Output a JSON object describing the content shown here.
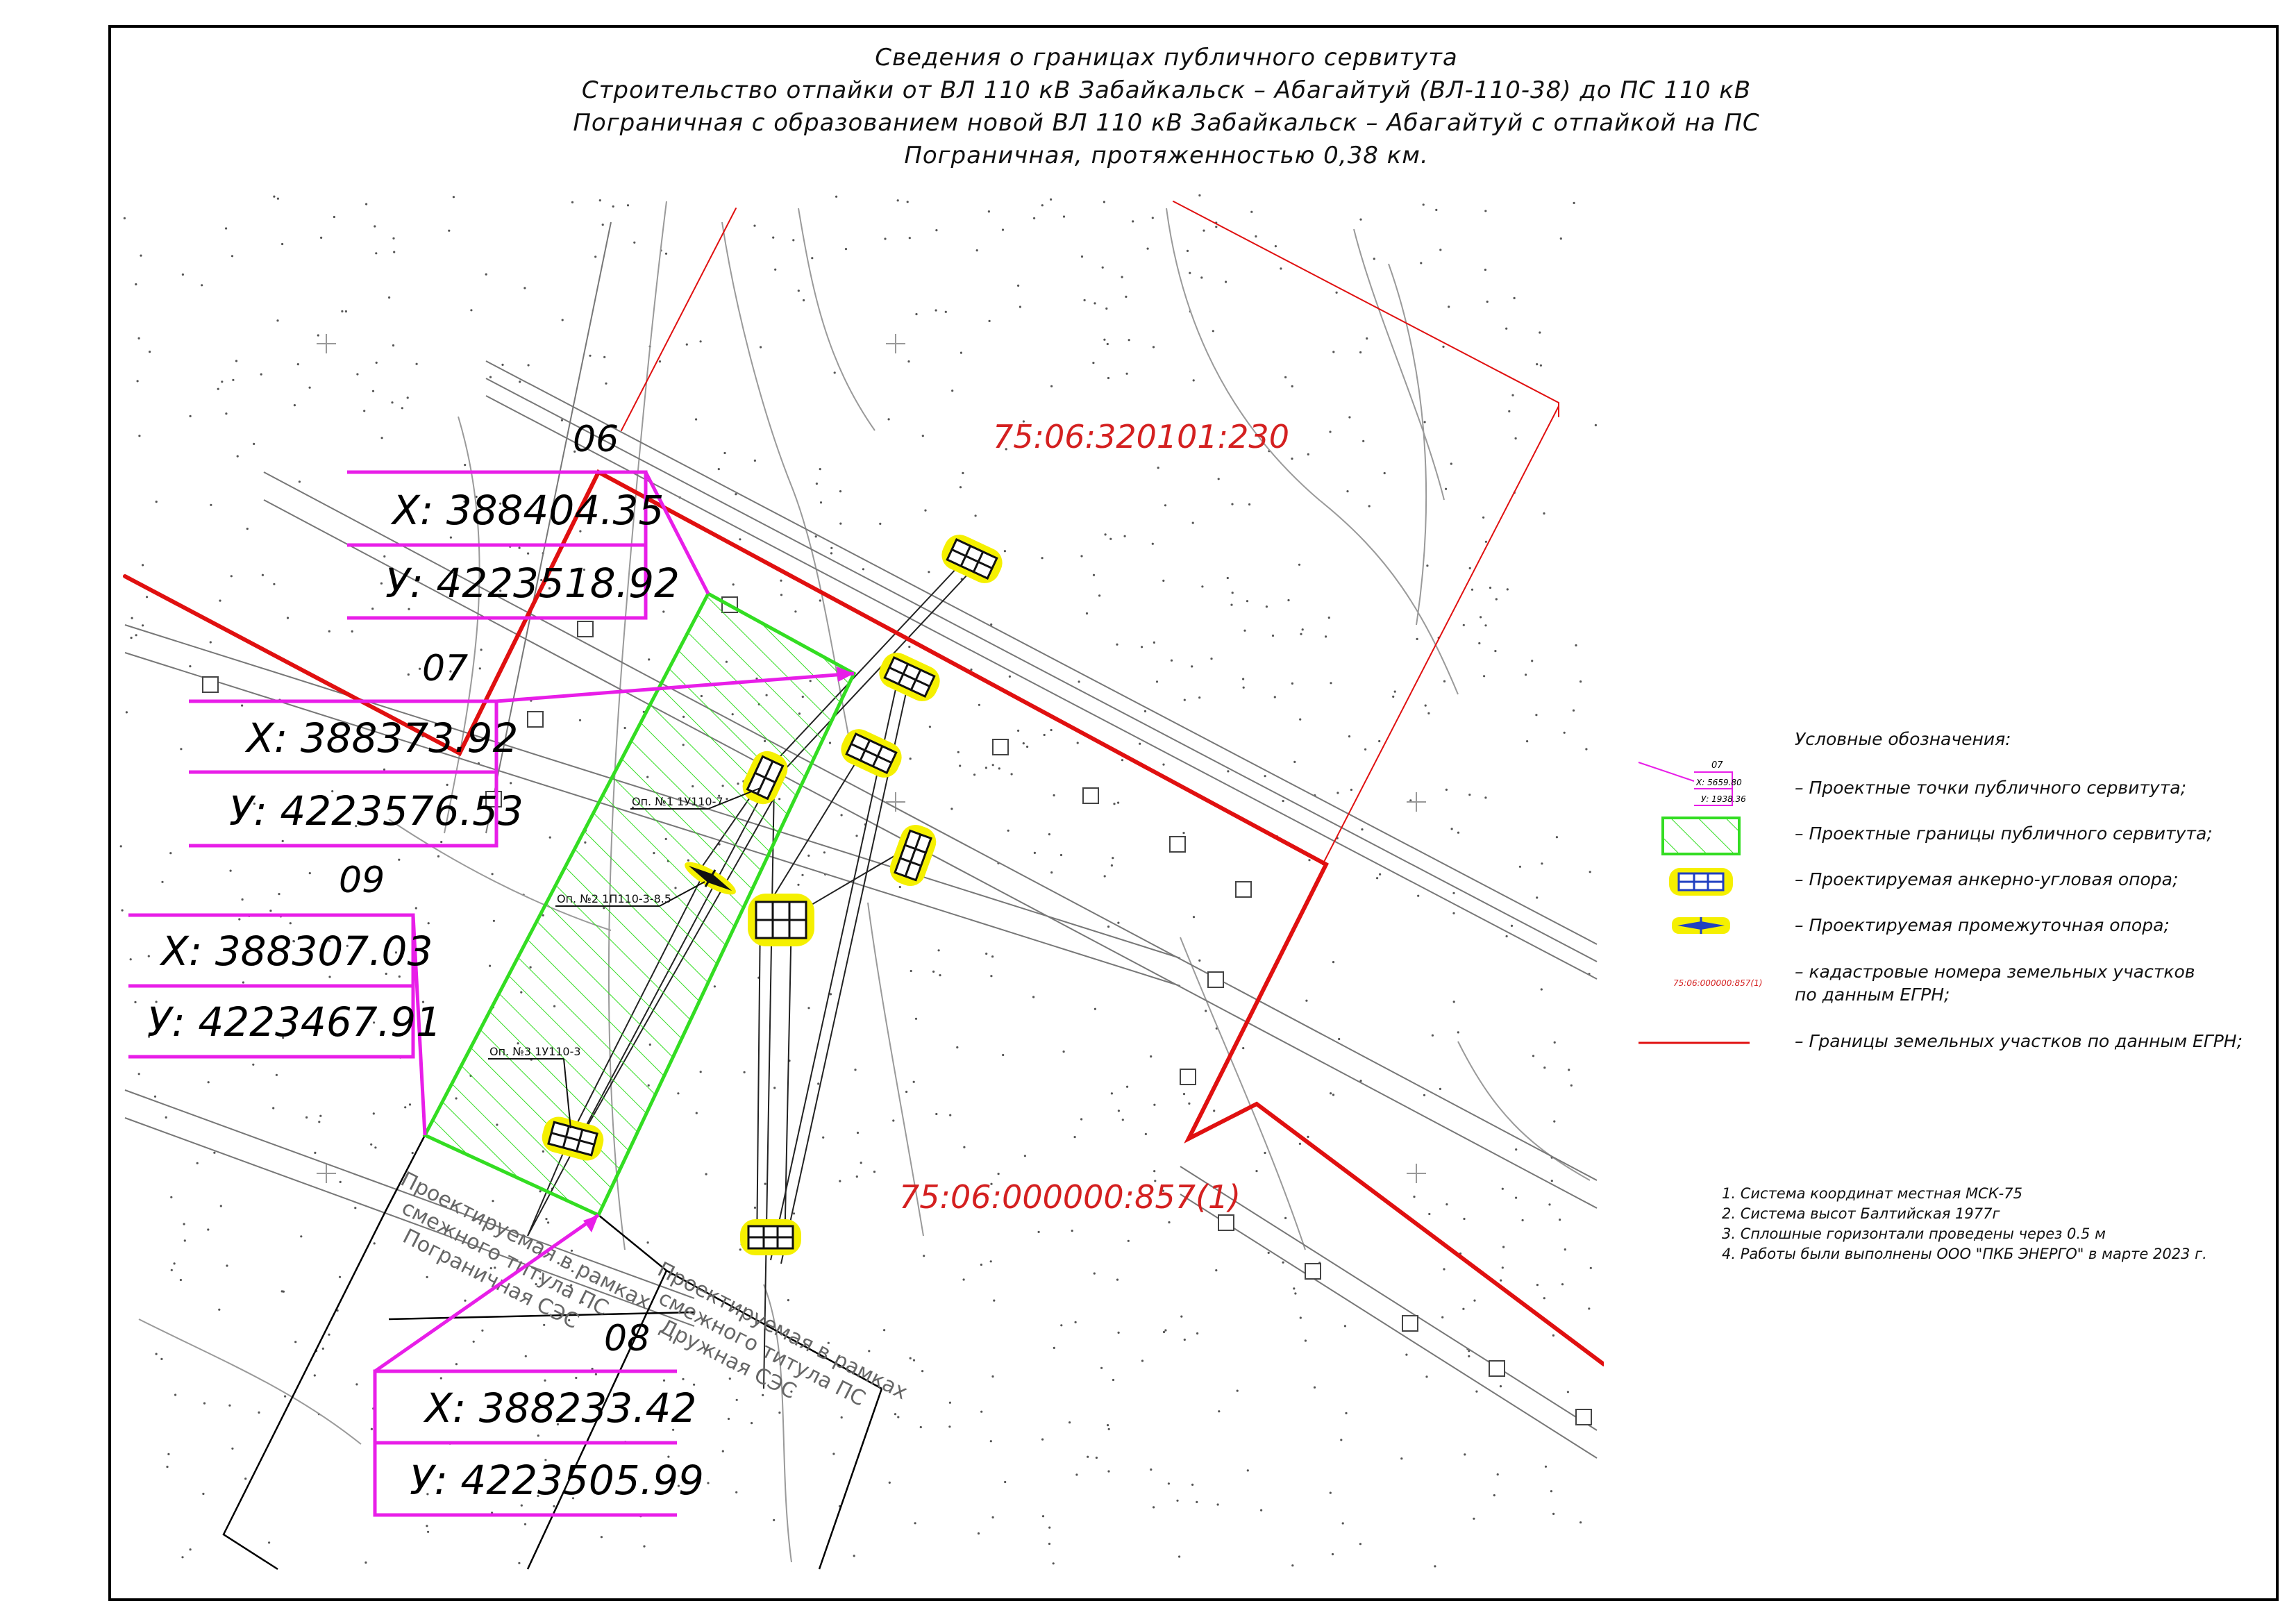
{
  "title": {
    "line1": "Сведения о границах публичного сервитута",
    "line2": "Строительство отпайки от ВЛ 110 кВ Забайкальск – Абагайтуй (ВЛ-110-38) до ПС 110 кВ",
    "line3": "Пограничная с образованием новой ВЛ 110 кВ Забайкальск – Абагайтуй с отпайкой на ПС",
    "line4": "Пограничная, протяженностью 0,38 км."
  },
  "parcels": [
    {
      "id": "75:06:320101:230"
    },
    {
      "id": "75:06:000000:857(1)"
    }
  ],
  "points": [
    {
      "num": "06",
      "x": "X: 388404.35",
      "y": "У: 4223518.92"
    },
    {
      "num": "07",
      "x": "X: 388373.92",
      "y": "У: 4223576.53"
    },
    {
      "num": "09",
      "x": "X: 388307.03",
      "y": "У: 4223467.91"
    },
    {
      "num": "08",
      "x": "X: 388233.42",
      "y": "У: 4223505.99"
    }
  ],
  "poles": [
    {
      "label": "Оп. №1 1У110-7"
    },
    {
      "label": "Оп. №2 1П110-3-8.5"
    },
    {
      "label": "Оп. №3 1У110-3"
    }
  ],
  "adjacent": [
    {
      "line1": "Проектируемая в рамках",
      "line2": "смежного титула ПС",
      "line3": "Пограничная СЭС"
    },
    {
      "line1": "Проектируемая в рамках",
      "line2": "смежного титула ПС",
      "line3": "Дружная СЭС"
    }
  ],
  "legend": {
    "title": "Условные обозначения:",
    "sample_point": {
      "num": "07",
      "x": "X: 5659.80",
      "y": "У: 1938.36"
    },
    "sample_cadastral": "75:06:000000:857(1)",
    "items": [
      {
        "text": "–       Проектные точки публичного сервитута;"
      },
      {
        "text": "–       Проектные границы публичного сервитута;"
      },
      {
        "text": "–       Проектируемая анкерно-угловая опора;"
      },
      {
        "text": "–       Проектируемая промежуточная опора;"
      },
      {
        "text": "–       кадастровые номера земельных участков",
        "text2": "по данным ЕГРН;"
      },
      {
        "text": "–       Границы земельных участков по данным ЕГРН;"
      }
    ]
  },
  "notes": [
    "1. Система координат местная МСК-75",
    "2. Система высот Балтийская 1977г",
    "3. Сплошные горизонтали проведены через 0.5 м",
    "4. Работы были выполнены ООО \"ПКБ ЭНЕРГО\" в марте 2023 г."
  ],
  "colors": {
    "parcel_boundary": "#e01010",
    "servitude_boundary": "#33dd22",
    "callout": "#e81ee8",
    "pole_halo": "#f5f000",
    "pole_blue": "#2040c0",
    "parcel_label": "#d42020"
  }
}
